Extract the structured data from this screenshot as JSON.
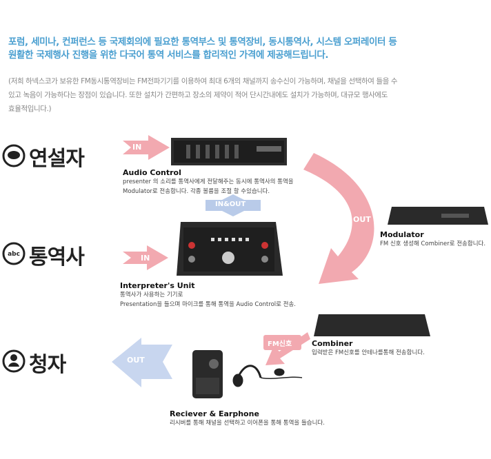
{
  "headline": {
    "line1": "포럼, 세미나, 컨퍼런스 등 국제회의에 필요한 통역부스 및 통역장비, 동시통역사, 시스템 오퍼레이터 등",
    "line2": "원활한 국제행사 진행을 위한 다국어 통역 서비스를 합리적인 가격에 제공해드립니다."
  },
  "sub": {
    "line1": "(저희 하넥스코가 보유한 FM동시통역장비는 FM전파기기를 이용하여 최대 6개의 채널까지 송수신이 가능하며, 채널을 선택하여 들을 수",
    "line2": "있고 녹음이 가능하다는 장점이 있습니다. 또한 설치가 간편하고 장소의 제약이 적어 단시간내에도 설치가 가능하며, 대규모 행사에도",
    "line3": "효율적입니다.)"
  },
  "roles": {
    "speaker": "연설자",
    "interpreter": "통역사",
    "listener": "청자",
    "interpreter_icon_text": "abc"
  },
  "arrows": {
    "in1": "IN",
    "in2": "IN",
    "inout": "IN&OUT",
    "out_right": "OUT",
    "fm": "FM신호",
    "out_left": "OUT"
  },
  "devices": {
    "audio_control": {
      "title": "Audio Control",
      "desc1": "presenter 의 소리를 통역사에게 전달해주는 동시에 통역사의 통역을",
      "desc2": "Modulator로 전송합니다. 각종 볼륨을 조절 할 수있습니다."
    },
    "modulator": {
      "title": "Modulator",
      "desc1": "FM 신호 생성해 Combiner로 전송합니다."
    },
    "interpreter_unit": {
      "title": "Interpreter's  Unit",
      "desc1": "통역사가 사용하는 기기로",
      "desc2": "Presentation을 들으며 마이크를 통해 통역을 Audio Control로 전송."
    },
    "combiner": {
      "title": "Combiner",
      "desc1": "입력받은 FM신호를 안테나를통해 전송합니다."
    },
    "receiver": {
      "title": "Reciever & Earphone",
      "desc1": "리시버를 통해 채널을 선택하고 이어폰을 통해 통역을 들습니다."
    }
  },
  "colors": {
    "headline": "#4a9fd0",
    "pink_arrow": "#f0a7ae",
    "blue_arrow": "#b7c9e8",
    "device": "#2a2a2a"
  }
}
